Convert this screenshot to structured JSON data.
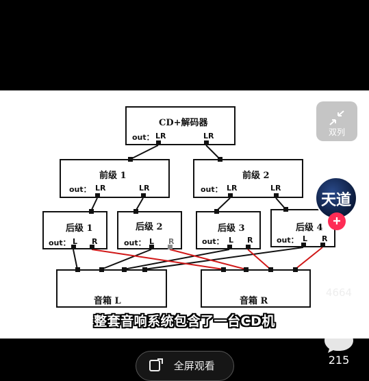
{
  "diagram": {
    "source": {
      "title": "CD+解码器",
      "out_label": "out：",
      "ports": [
        "LR",
        "LR"
      ]
    },
    "preamps": [
      {
        "title": "前级 1",
        "out_label": "out：",
        "ports": [
          "LR",
          "LR"
        ]
      },
      {
        "title": "前级 2",
        "out_label": "out：",
        "ports": [
          "LR",
          "LR"
        ]
      }
    ],
    "amps": [
      {
        "title": "后级 1",
        "out_label": "out：",
        "ports": [
          "L",
          "R"
        ]
      },
      {
        "title": "后级 2",
        "out_label": "out：",
        "ports": [
          "L",
          "R"
        ]
      },
      {
        "title": "后级 3",
        "out_label": "out：",
        "ports": [
          "L",
          "R"
        ]
      },
      {
        "title": "后级 4",
        "out_label": "out：",
        "ports": [
          "L",
          "R"
        ]
      }
    ],
    "speakers": [
      {
        "title": "音箱 L"
      },
      {
        "title": "音箱 R"
      }
    ],
    "wire_colors": {
      "left": "#111111",
      "right": "#d01818"
    }
  },
  "subtitle": "整套音响系统包含了一台CD机",
  "overlay": {
    "dual_column_label": "双列",
    "avatar_text": "天道",
    "follow_symbol": "+",
    "like_count": "4664",
    "comment_count": "215",
    "fullscreen_label": "全屏观看"
  }
}
